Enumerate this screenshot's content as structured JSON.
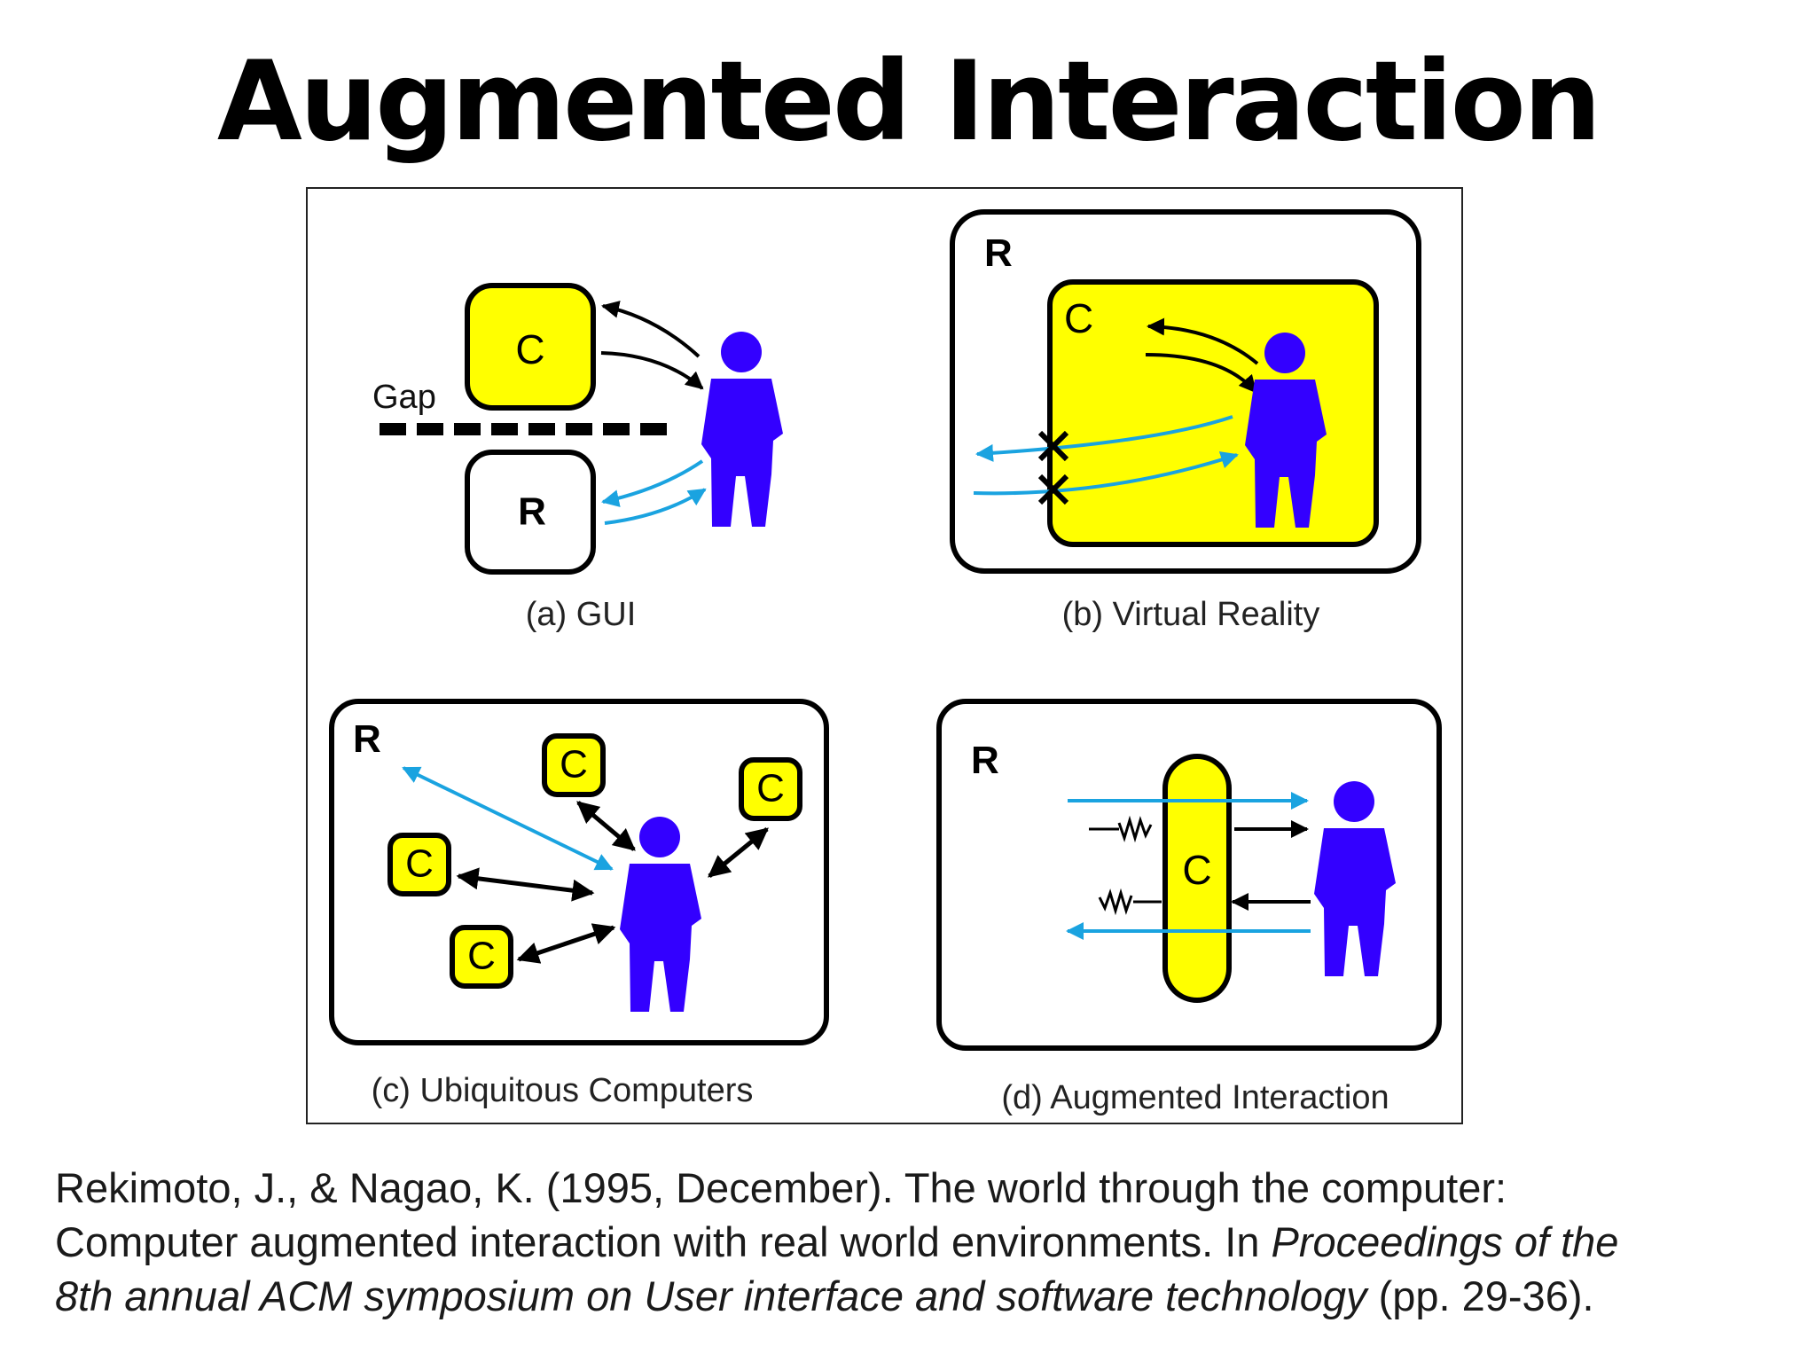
{
  "title": "Augmented Interaction",
  "figure": {
    "panels": [
      {
        "id": "a",
        "caption": "(a) GUI",
        "gap_label": "Gap",
        "computer_label": "C",
        "real_label": "R"
      },
      {
        "id": "b",
        "caption": "(b) Virtual Reality",
        "real_label": "R",
        "computer_label": "C"
      },
      {
        "id": "c",
        "caption": "(c) Ubiquitous Computers",
        "real_label": "R",
        "computer_label": "C"
      },
      {
        "id": "d",
        "caption": "(d) Augmented Interaction",
        "real_label": "R",
        "computer_label": "C"
      }
    ]
  },
  "citation": {
    "line1": "Rekimoto, J., & Nagao, K. (1995, December). The world through the computer:",
    "line2_plain": "Computer augmented interaction with real world environments. In ",
    "line2_italic": "Proceedings of the",
    "line3_italic": "8th annual ACM symposium on User interface and software technology",
    "line3_plain": " (pp. 29-36)."
  },
  "colors": {
    "computer_fill": "#ffff00",
    "person": "#3300ff",
    "blue_arrow": "#1aa3e0",
    "black": "#000000"
  }
}
